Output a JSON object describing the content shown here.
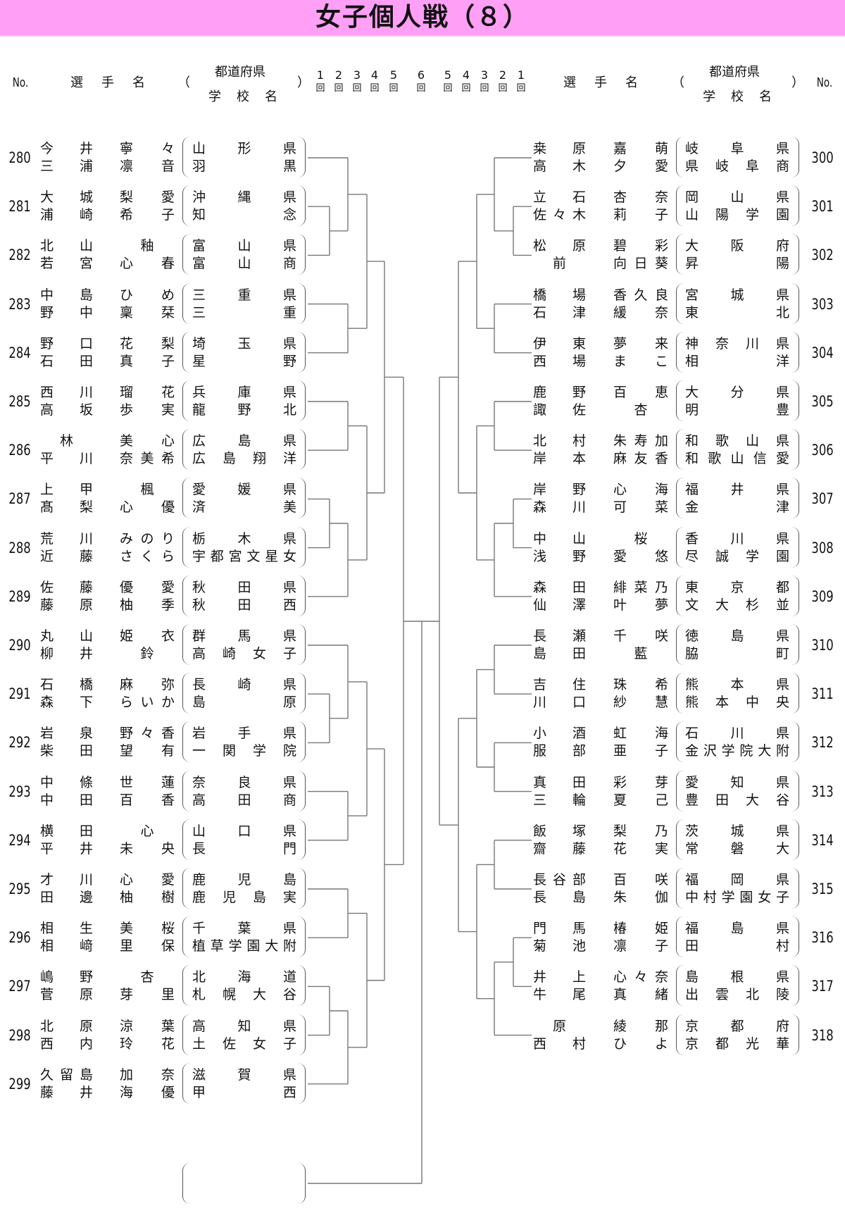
{
  "title": "女子個人戦（８）",
  "header": {
    "no": "No.",
    "player": "選　手　名",
    "open": "（",
    "close": "）",
    "pref": "都道府県",
    "school": "学　校　名",
    "rounds": [
      "1",
      "2",
      "3",
      "4",
      "5",
      "6",
      "5",
      "4",
      "3",
      "2",
      "1"
    ],
    "round_unit": "回"
  },
  "left_entries": [
    {
      "no": "280",
      "p1f": "今井",
      "p1g": "寧々",
      "p2f": "三浦",
      "p2g": "凛音",
      "pref": "山形県",
      "school": "羽黒"
    },
    {
      "no": "281",
      "p1f": "大城",
      "p1g": "梨愛",
      "p2f": "浦崎",
      "p2g": "希子",
      "pref": "沖縄県",
      "school": "知念"
    },
    {
      "no": "282",
      "p1f": "北山",
      "p1g": "釉",
      "p2f": "若宮",
      "p2g": "心春",
      "pref": "富山県",
      "school": "富山商"
    },
    {
      "no": "283",
      "p1f": "中島",
      "p1g": "ひめ",
      "p2f": "野中",
      "p2g": "稟栞",
      "pref": "三重県",
      "school": "三重"
    },
    {
      "no": "284",
      "p1f": "野口",
      "p1g": "花梨",
      "p2f": "石田",
      "p2g": "真子",
      "pref": "埼玉県",
      "school": "星野"
    },
    {
      "no": "285",
      "p1f": "西川",
      "p1g": "瑠花",
      "p2f": "高坂",
      "p2g": "歩実",
      "pref": "兵庫県",
      "school": "龍野北"
    },
    {
      "no": "286",
      "p1f": "林",
      "p1g": "美心",
      "p2f": "平川",
      "p2g": "奈美希",
      "pref": "広島県",
      "school": "広島翔洋"
    },
    {
      "no": "287",
      "p1f": "上甲",
      "p1g": "楓",
      "p2f": "髙梨",
      "p2g": "心優",
      "pref": "愛媛県",
      "school": "済美"
    },
    {
      "no": "288",
      "p1f": "荒川",
      "p1g": "みのり",
      "p2f": "近藤",
      "p2g": "さくら",
      "pref": "栃木県",
      "school": "宇都宮文星女"
    },
    {
      "no": "289",
      "p1f": "佐藤",
      "p1g": "優愛",
      "p2f": "藤原",
      "p2g": "柚季",
      "pref": "秋田県",
      "school": "秋田西"
    },
    {
      "no": "290",
      "p1f": "丸山",
      "p1g": "姫衣",
      "p2f": "柳井",
      "p2g": "鈴",
      "pref": "群馬県",
      "school": "高崎女子"
    },
    {
      "no": "291",
      "p1f": "石橋",
      "p1g": "麻弥",
      "p2f": "森下",
      "p2g": "らいか",
      "pref": "長崎県",
      "school": "島原"
    },
    {
      "no": "292",
      "p1f": "岩泉",
      "p1g": "野々香",
      "p2f": "柴田",
      "p2g": "望有",
      "pref": "岩手県",
      "school": "一関学院"
    },
    {
      "no": "293",
      "p1f": "中條",
      "p1g": "世蓮",
      "p2f": "中田",
      "p2g": "百香",
      "pref": "奈良県",
      "school": "高田商"
    },
    {
      "no": "294",
      "p1f": "横田",
      "p1g": "心",
      "p2f": "平井",
      "p2g": "未央",
      "pref": "山口県",
      "school": "長門"
    },
    {
      "no": "295",
      "p1f": "才川",
      "p1g": "心愛",
      "p2f": "田邊",
      "p2g": "柚樹",
      "pref": "鹿児島",
      "school": "鹿児島実"
    },
    {
      "no": "296",
      "p1f": "相生",
      "p1g": "美桜",
      "p2f": "相﨑",
      "p2g": "里保",
      "pref": "千葉県",
      "school": "植草学園大附"
    },
    {
      "no": "297",
      "p1f": "嶋野",
      "p1g": "杏",
      "p2f": "菅原",
      "p2g": "芽里",
      "pref": "北海道",
      "school": "札幌大谷"
    },
    {
      "no": "298",
      "p1f": "北原",
      "p1g": "涼葉",
      "p2f": "西内",
      "p2g": "玲花",
      "pref": "高知県",
      "school": "土佐女子"
    },
    {
      "no": "299",
      "p1f": "久留島",
      "p1g": "加奈",
      "p2f": "藤井",
      "p2g": "海優",
      "pref": "滋賀県",
      "school": "甲西"
    }
  ],
  "right_entries": [
    {
      "no": "300",
      "p1f": "桒原",
      "p1g": "嘉萌",
      "p2f": "高木",
      "p2g": "夕愛",
      "pref": "岐阜県",
      "school": "県岐阜商"
    },
    {
      "no": "301",
      "p1f": "立石",
      "p1g": "杏奈",
      "p2f": "佐々木",
      "p2g": "莉子",
      "pref": "岡山県",
      "school": "山陽学園"
    },
    {
      "no": "302",
      "p1f": "松原",
      "p1g": "碧彩",
      "p2f": "前",
      "p2g": "向日葵",
      "pref": "大阪府",
      "school": "昇陽"
    },
    {
      "no": "303",
      "p1f": "橋場",
      "p1g": "香久良",
      "p2f": "石津",
      "p2g": "緩奈",
      "pref": "宮城県",
      "school": "東北"
    },
    {
      "no": "304",
      "p1f": "伊東",
      "p1g": "夢来",
      "p2f": "西場",
      "p2g": "まこ",
      "pref": "神奈川県",
      "school": "相洋"
    },
    {
      "no": "305",
      "p1f": "鹿野",
      "p1g": "百恵",
      "p2f": "諏佐",
      "p2g": "杏",
      "pref": "大分県",
      "school": "明豊"
    },
    {
      "no": "306",
      "p1f": "北村",
      "p1g": "朱寿加",
      "p2f": "岸本",
      "p2g": "麻友香",
      "pref": "和歌山県",
      "school": "和歌山信愛"
    },
    {
      "no": "307",
      "p1f": "岸野",
      "p1g": "心海",
      "p2f": "森川",
      "p2g": "可菜",
      "pref": "福井県",
      "school": "金津"
    },
    {
      "no": "308",
      "p1f": "中山",
      "p1g": "桜",
      "p2f": "浅野",
      "p2g": "愛悠",
      "pref": "香川県",
      "school": "尽誠学園"
    },
    {
      "no": "309",
      "p1f": "森田",
      "p1g": "緋菜乃",
      "p2f": "仙澤",
      "p2g": "叶夢",
      "pref": "東京都",
      "school": "文大杉並"
    },
    {
      "no": "310",
      "p1f": "長瀬",
      "p1g": "千咲",
      "p2f": "島田",
      "p2g": "藍",
      "pref": "徳島県",
      "school": "脇町"
    },
    {
      "no": "311",
      "p1f": "吉住",
      "p1g": "珠希",
      "p2f": "川口",
      "p2g": "紗慧",
      "pref": "熊本県",
      "school": "熊本中央"
    },
    {
      "no": "312",
      "p1f": "小酒",
      "p1g": "虹海",
      "p2f": "服部",
      "p2g": "亜子",
      "pref": "石川県",
      "school": "金沢学院大附"
    },
    {
      "no": "313",
      "p1f": "真田",
      "p1g": "彩芽",
      "p2f": "三輪",
      "p2g": "夏己",
      "pref": "愛知県",
      "school": "豊田大谷"
    },
    {
      "no": "314",
      "p1f": "飯塚",
      "p1g": "梨乃",
      "p2f": "齋藤",
      "p2g": "花実",
      "pref": "茨城県",
      "school": "常磐大"
    },
    {
      "no": "315",
      "p1f": "長谷部",
      "p1g": "百咲",
      "p2f": "長島",
      "p2g": "朱伽",
      "pref": "福岡県",
      "school": "中村学園女子"
    },
    {
      "no": "316",
      "p1f": "門馬",
      "p1g": "椿姫",
      "p2f": "菊池",
      "p2g": "凛子",
      "pref": "福島県",
      "school": "田村"
    },
    {
      "no": "317",
      "p1f": "井上",
      "p1g": "心々奈",
      "p2f": "牛尾",
      "p2g": "真緒",
      "pref": "島根県",
      "school": "出雲北陵"
    },
    {
      "no": "318",
      "p1f": "原",
      "p1g": "綾那",
      "p2f": "西村",
      "p2g": "ひよ",
      "pref": "京都府",
      "school": "京都光華"
    }
  ],
  "colors": {
    "title_band": "#ff9ff5",
    "line": "#777777"
  }
}
